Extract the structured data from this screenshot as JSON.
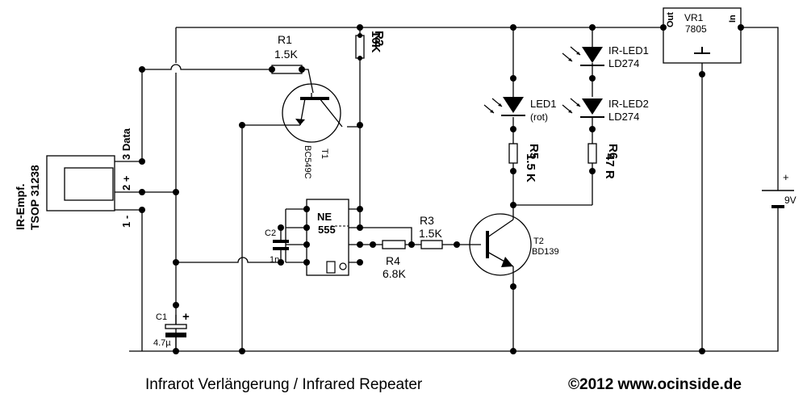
{
  "sensor": {
    "name": "TSOP 31238",
    "type": "IR-Empf.",
    "pin3": "3 Data",
    "pin2": "2 +",
    "pin1": "1 -"
  },
  "r1": {
    "name": "R1",
    "value": "1.5K"
  },
  "r2": {
    "name": "R2",
    "value": "10K"
  },
  "t1": {
    "name": "T1",
    "type": "BC549C"
  },
  "ic": {
    "name_a": "NE",
    "name_b": "555"
  },
  "c2": {
    "name": "C2",
    "value": "1n"
  },
  "c1": {
    "name": "C1",
    "value": "4.7µ",
    "pol": "+"
  },
  "r3": {
    "name": "R3",
    "value": "1.5K"
  },
  "r4": {
    "name": "R4",
    "value": "6.8K"
  },
  "t2": {
    "name": "T2",
    "type": "BD139"
  },
  "led1": {
    "name": "LED1",
    "note": "(rot)"
  },
  "r5": {
    "name": "R5",
    "value": "1.5 K"
  },
  "irled1": {
    "name": "IR-LED1",
    "type": "LD274"
  },
  "irled2": {
    "name": "IR-LED2",
    "type": "LD274"
  },
  "r6": {
    "name": "R6",
    "value": "47 R"
  },
  "vr1": {
    "name": "VR1",
    "type": "7805",
    "out": "Out",
    "in": "In"
  },
  "battery": {
    "pol": "+",
    "value": "9V"
  },
  "footer": {
    "title": "Infrarot Verlängerung / Infrared Repeater",
    "copyright": "©2012 www.ocinside.de"
  }
}
